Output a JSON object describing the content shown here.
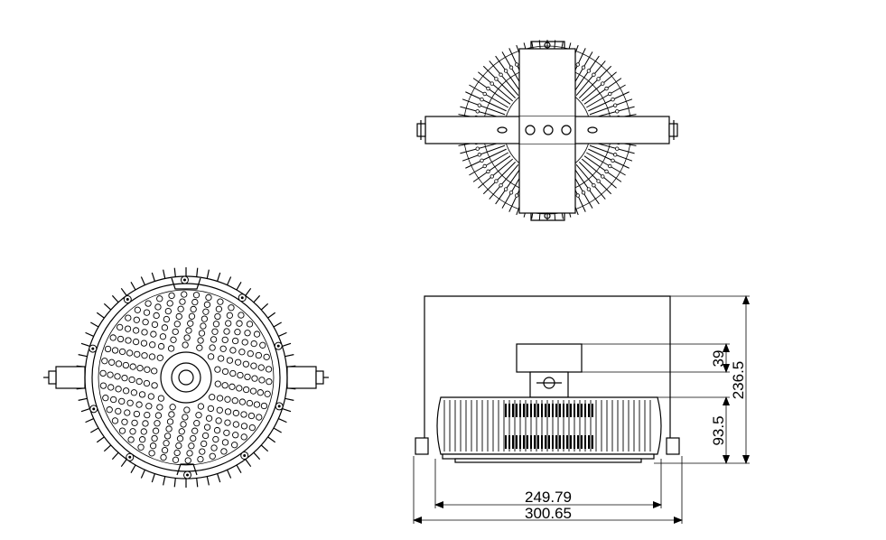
{
  "dimensions": {
    "width_inner": "249.79",
    "width_outer": "300.65",
    "height_bracket": "39",
    "height_body": "93.5",
    "height_total": "236.5"
  }
}
